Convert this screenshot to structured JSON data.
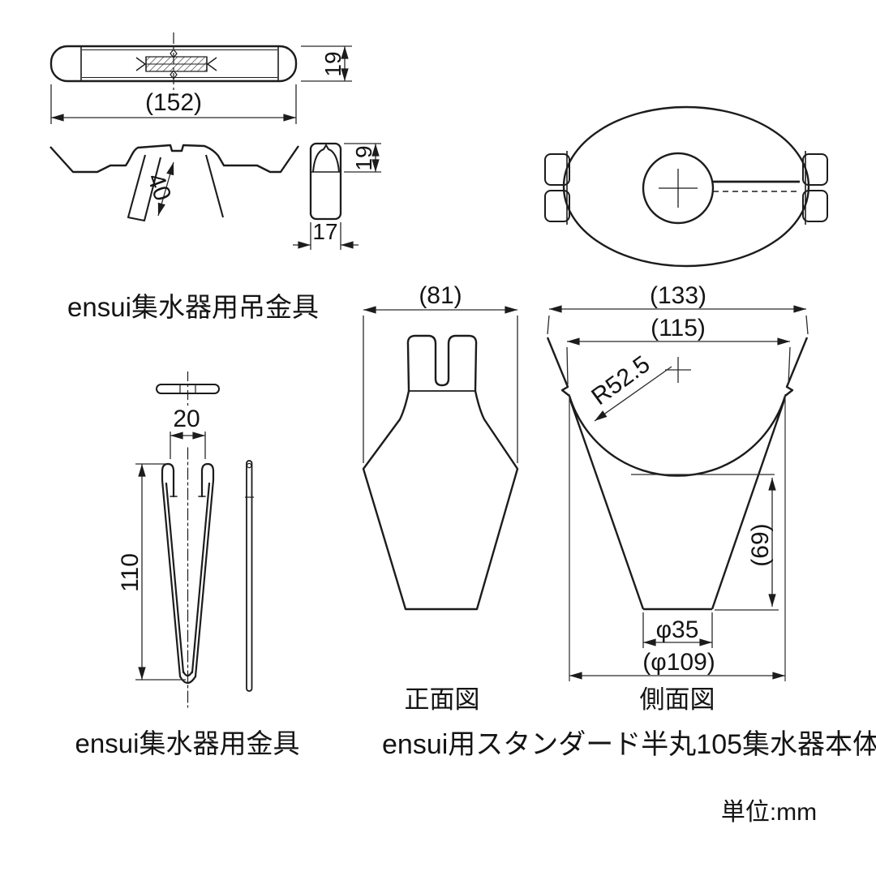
{
  "unit_note": "単位:mm",
  "parts": {
    "hanging_bracket": {
      "label": "ensui集水器用吊金具",
      "dims": {
        "width": "(152)",
        "plan_height": "19",
        "leg": "40",
        "side_height": "19",
        "side_width": "17"
      }
    },
    "hook_bracket": {
      "label": "ensui集水器用金具",
      "dims": {
        "gap": "20",
        "length": "110"
      }
    },
    "collector": {
      "label": "ensui用スタンダード半丸105集水器本体",
      "front_view": {
        "label": "正面図",
        "dims": {
          "width": "(81)"
        }
      },
      "side_view": {
        "label": "側面図",
        "dims": {
          "outer_width": "(133)",
          "inner_width": "(115)",
          "radius": "R52.5",
          "depth": "(69)",
          "outlet_dia": "φ35",
          "top_dia": "(φ109)"
        }
      }
    }
  },
  "colors": {
    "line": "#1c1c1c",
    "thin": "#2a2a2a",
    "bg": "#ffffff"
  }
}
